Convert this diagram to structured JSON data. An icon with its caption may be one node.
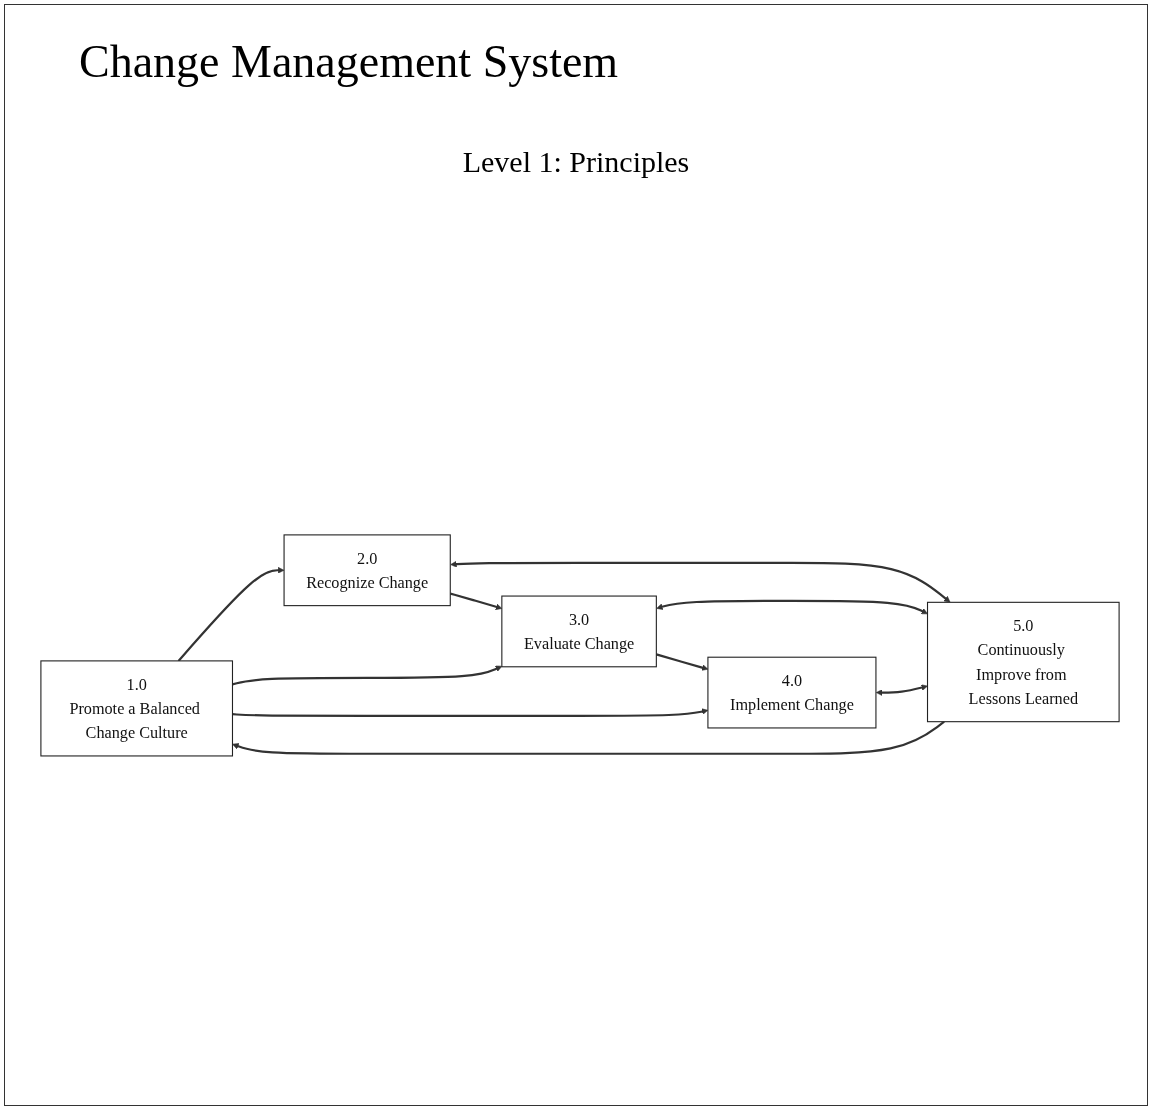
{
  "diagram": {
    "title": "Change Management System",
    "nodes": [
      {
        "text": [
          "1.0",
          "Promote a Balanced Change Culture"
        ]
      },
      {
        "text": [
          "2.0",
          "Recognize Change"
        ]
      },
      {
        "text": [
          "3.0",
          "Evaluate Change"
        ]
      },
      {
        "text": [
          "4.0",
          "Implement Change"
        ]
      },
      {
        "text": [
          "5.0",
          "Continuously Improve from Lessons Learned"
        ]
      }
    ],
    "edges": [
      {
        "from": 4,
        "to": 0,
        "arrow": "to"
      },
      {
        "from": 0,
        "to": 1,
        "arrow": "to"
      },
      {
        "from": 1,
        "to": 4,
        "arrow": "both"
      },
      {
        "from": 1,
        "to": 2,
        "arrow": "to"
      },
      {
        "from": 2,
        "to": 4,
        "arrow": "both"
      },
      {
        "from": 0,
        "to": 2,
        "arrow": "to"
      },
      {
        "from": 2,
        "to": 3,
        "arrow": "to"
      },
      {
        "from": 0,
        "to": 3,
        "arrow": "to"
      },
      {
        "from": 3,
        "to": 4,
        "arrow": "both"
      }
    ],
    "labels": [
      "Level 1: Principles"
    ]
  }
}
